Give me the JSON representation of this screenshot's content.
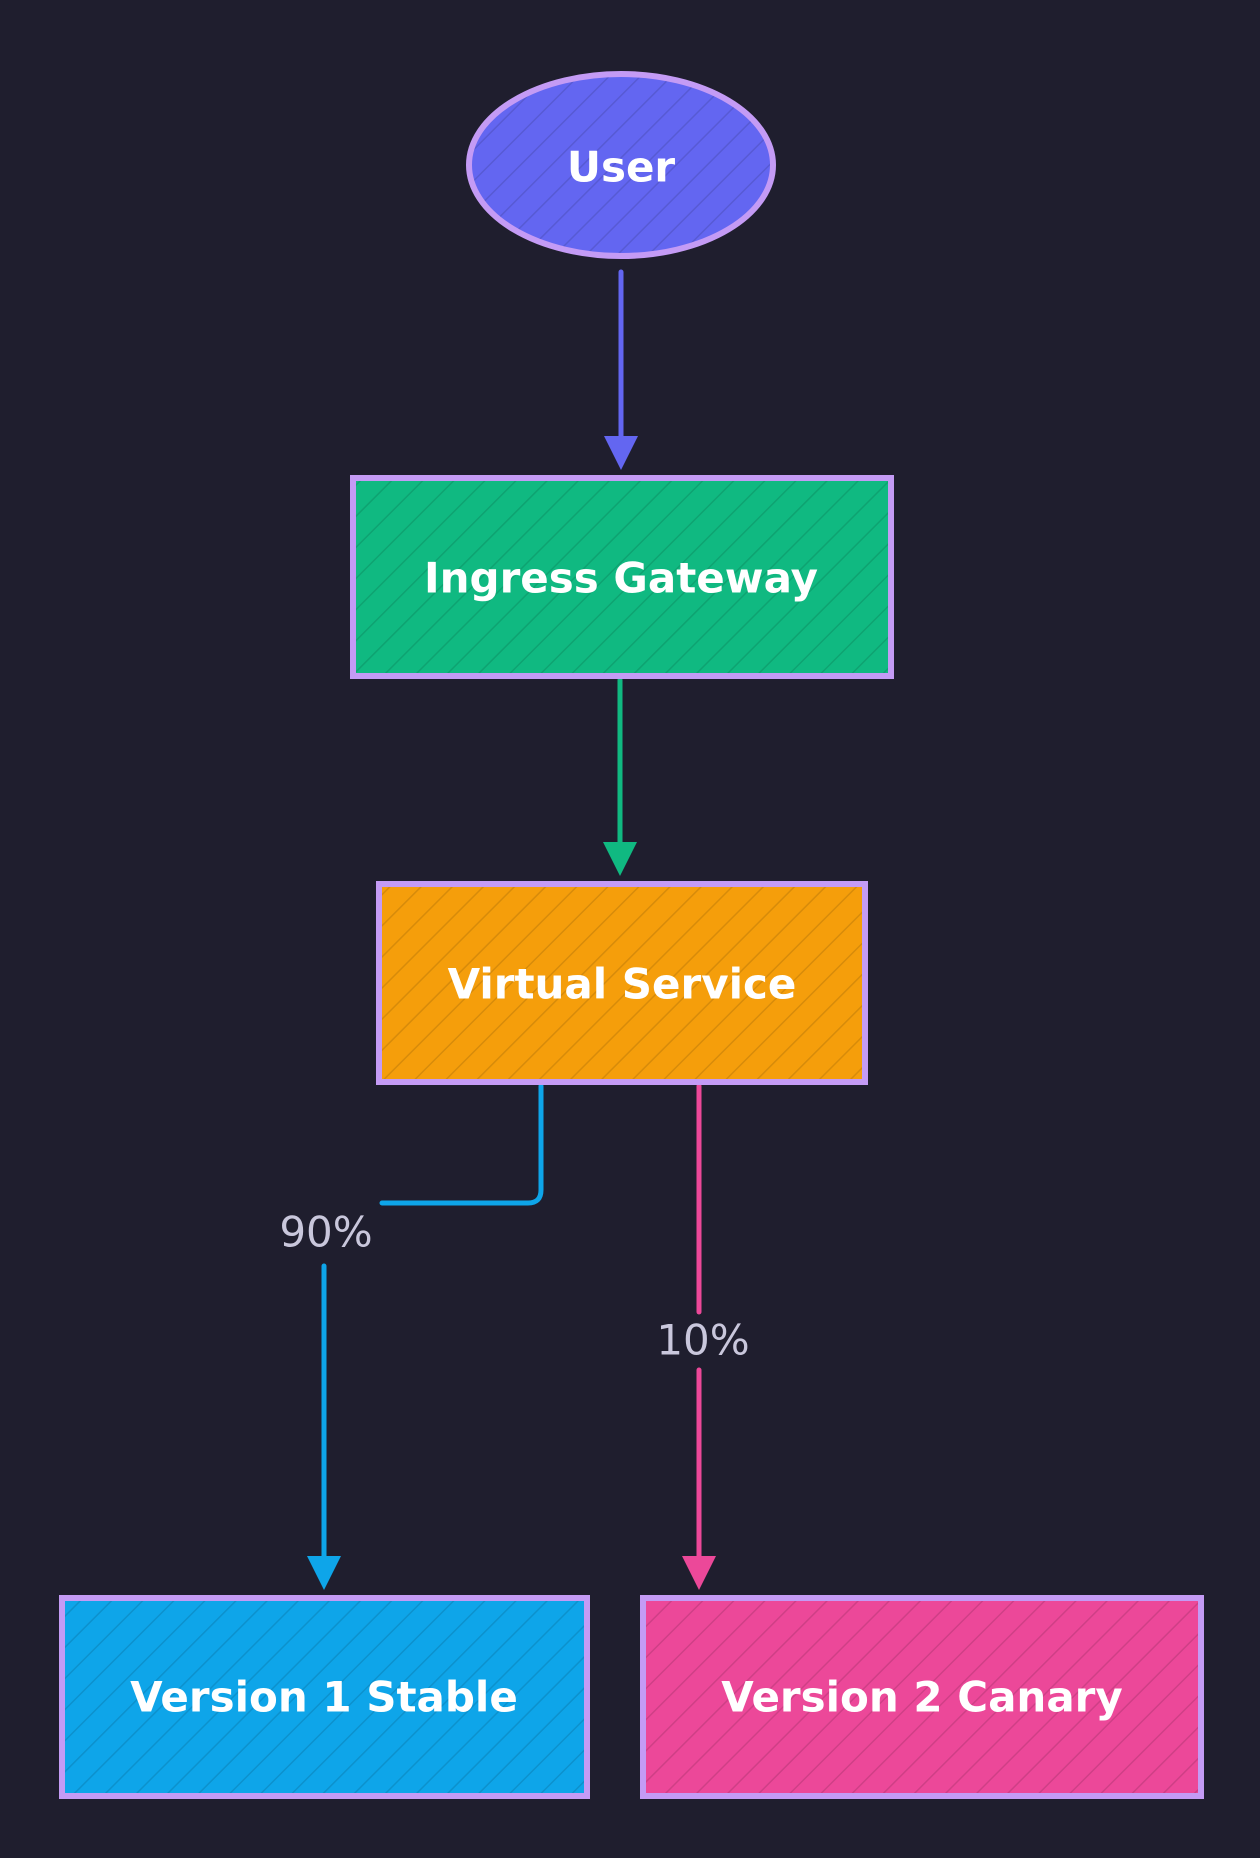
{
  "colors": {
    "background": "#1f1e2e",
    "border": "#c49bf5",
    "user": "#6366f1",
    "ingress": "#10b981",
    "virtual_service": "#f59e0b",
    "v1": "#0ea5e9",
    "v2": "#ec4899",
    "label_text": "#ffffff",
    "edge_label_text": "#c9c7dc"
  },
  "nodes": {
    "user": "User",
    "ingress_gateway": "Ingress Gateway",
    "virtual_service": "Virtual Service",
    "version1": "Version 1 Stable",
    "version2": "Version 2 Canary"
  },
  "edges": {
    "to_v1_label": "90%",
    "to_v2_label": "10%"
  }
}
